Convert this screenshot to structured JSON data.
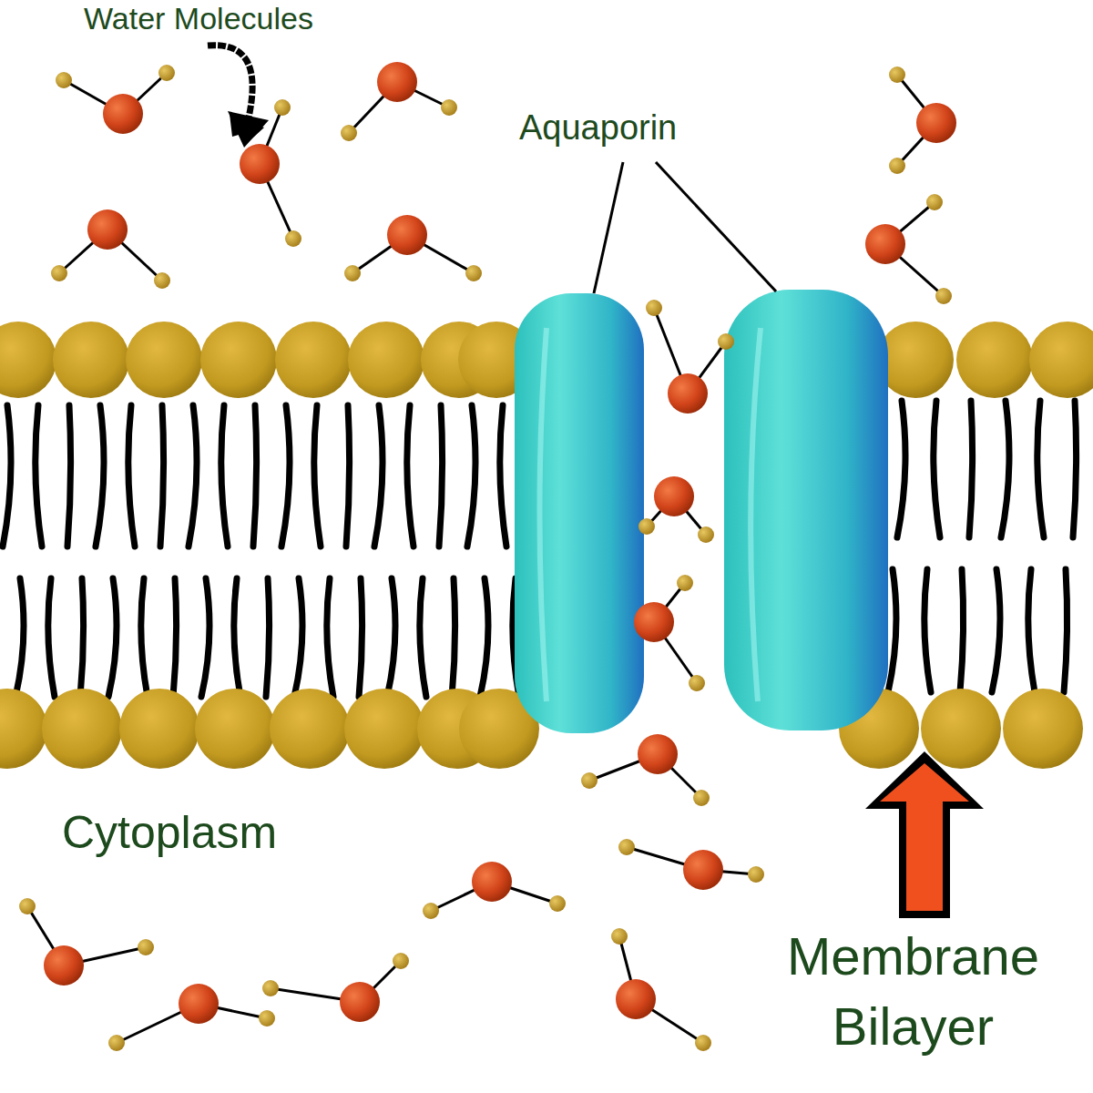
{
  "diagram": {
    "labels": [
      "Water Molecules",
      "Aquaporin",
      "Cytoplasm",
      "Membrane Bilayer"
    ]
  }
}
